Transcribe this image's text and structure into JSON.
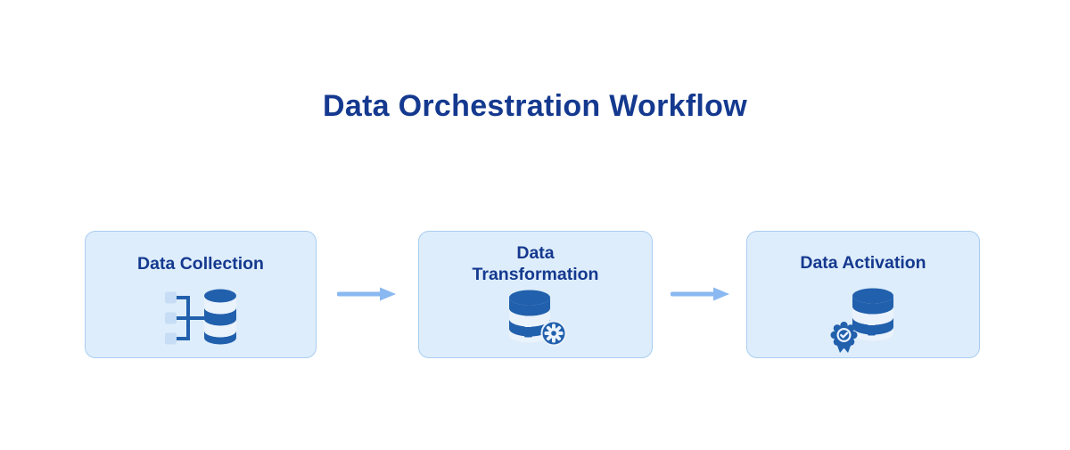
{
  "title": "Data Orchestration Workflow",
  "workflow": {
    "steps": [
      {
        "label": "Data Collection",
        "icon": "database-sources-icon"
      },
      {
        "label": "Data\nTransformation",
        "icon": "database-gear-icon"
      },
      {
        "label": "Data Activation",
        "icon": "database-badge-icon"
      }
    ],
    "connectors": [
      "arrow-right",
      "arrow-right"
    ]
  },
  "colors": {
    "background": "#ffffff",
    "title_text": "#14398f",
    "card_fill": "#deedfb",
    "card_border": "#a9cdf1",
    "arrow": "#8ab8f1",
    "icon_dark": "#2160ac",
    "icon_light": "#eaf2fc",
    "icon_square": "#c6ddf5"
  }
}
